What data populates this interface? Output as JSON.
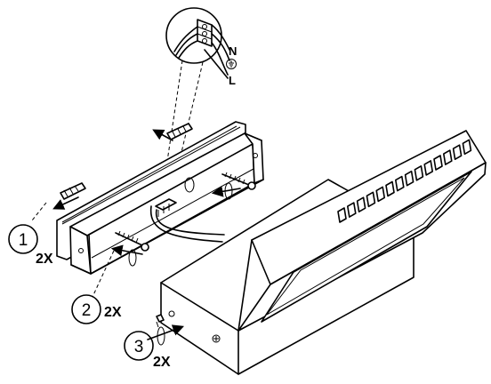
{
  "wiring": {
    "neutral": "N",
    "earth_symbol": "⏚",
    "live": "L"
  },
  "steps": [
    {
      "number": "1",
      "qty": "2X"
    },
    {
      "number": "2",
      "qty": "2X"
    },
    {
      "number": "3",
      "qty": "2X"
    }
  ],
  "icons": [
    "earth-icon",
    "arrow-icon",
    "screw-icon",
    "wall-plug-icon",
    "screwdriver-rotation-icon"
  ],
  "colors": {
    "line": "#000000",
    "background": "#ffffff",
    "shade": "#d9d9d9"
  }
}
